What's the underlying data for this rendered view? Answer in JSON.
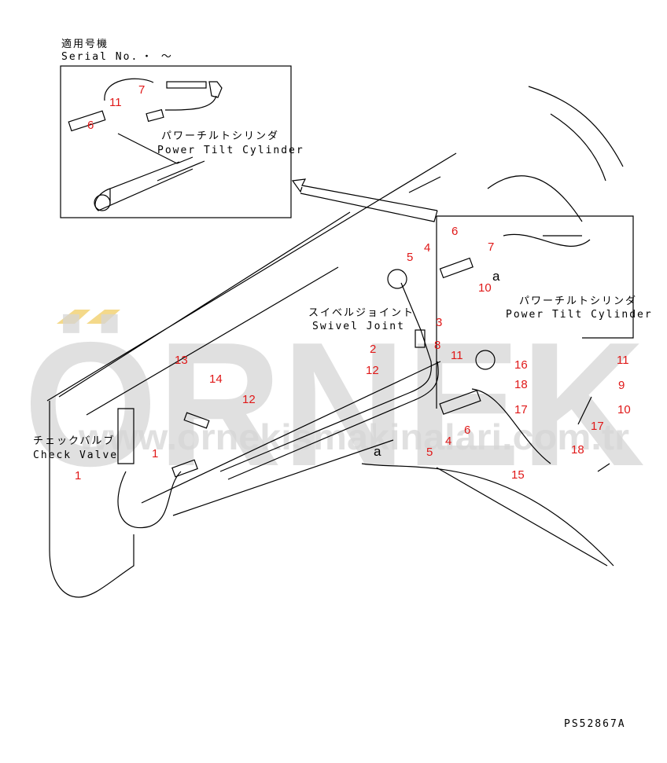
{
  "header": {
    "applicable_jp": "適用号機",
    "serial_label": "Serial No.",
    "serial_range": "・ 〜"
  },
  "inset": {
    "name_jp": "パワーチルトシリンダ",
    "name_en": "Power Tilt Cylinder",
    "callouts": [
      "7",
      "11",
      "6"
    ]
  },
  "main": {
    "power_tilt_jp": "パワーチルトシリンダ",
    "power_tilt_en": "Power Tilt Cylinder",
    "swivel_jp": "スイベルジョイント",
    "swivel_en": "Swivel Joint",
    "check_jp": "チェックバルブ",
    "check_en": "Check Valve",
    "marker_a": "a",
    "callouts": [
      "6",
      "5",
      "4",
      "7",
      "10",
      "3",
      "8",
      "2",
      "11",
      "16",
      "18",
      "12",
      "13",
      "14",
      "12",
      "17",
      "11",
      "9",
      "10",
      "17",
      "6",
      "4",
      "5",
      "18",
      "15",
      "1",
      "1"
    ]
  },
  "watermark": {
    "brand": "ÖRNEK",
    "url": "www.ornekismakinalari.com.tr"
  },
  "drawing_number": "PS52867A"
}
